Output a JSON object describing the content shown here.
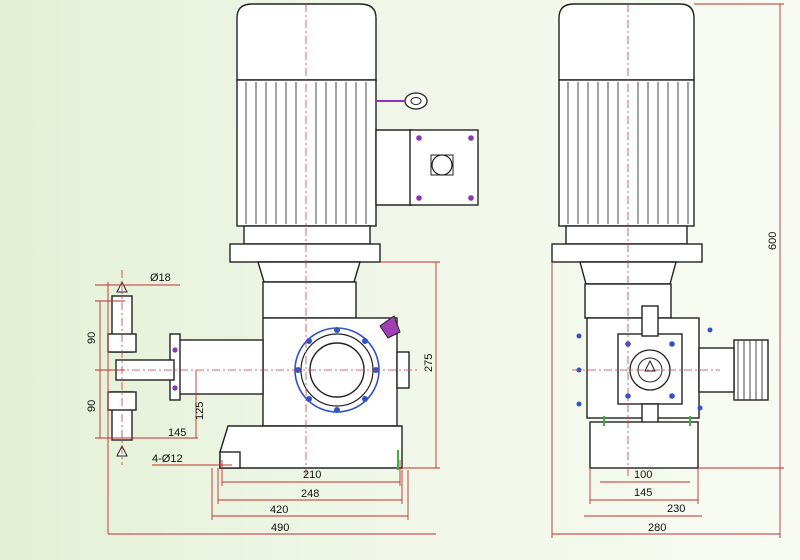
{
  "dimensions": {
    "outlet_diameter": "Ø18",
    "upper_height": "90",
    "lower_height": "90",
    "inlet_offset": "145",
    "axis_height": "125",
    "holes": "4-Ø12",
    "hole_spacing_210": "210",
    "base_248": "248",
    "base_420": "420",
    "total_length": "490",
    "pump_height": "275",
    "side_100": "100",
    "side_145": "145",
    "side_230": "230",
    "side_280": "280",
    "total_height": "600"
  },
  "colors": {
    "dimension_line": "#c0302c",
    "bolt_blue": "#2f52c8",
    "bolt_purple": "#8a35b8",
    "accent_green": "#3cb03c"
  }
}
